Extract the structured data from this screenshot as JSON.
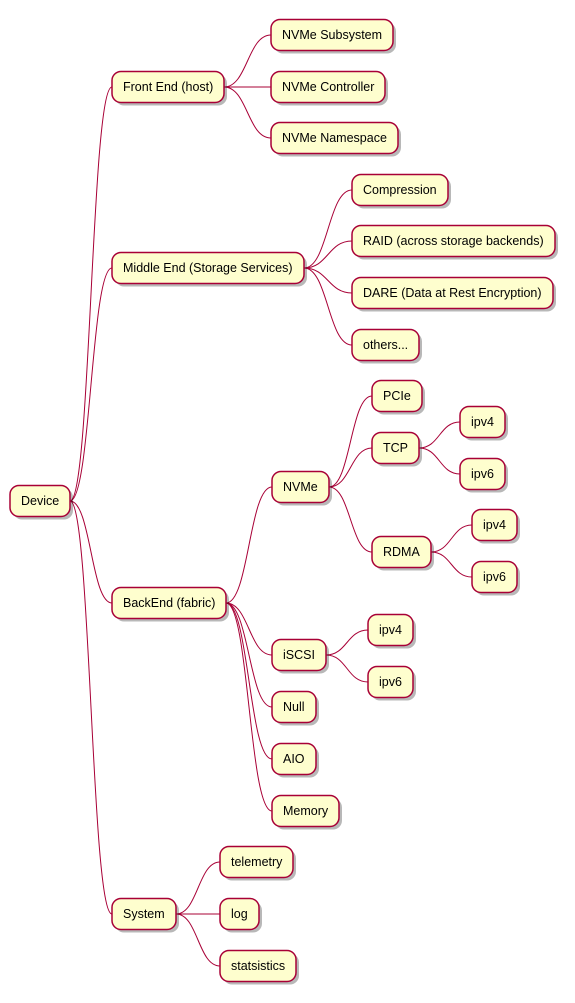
{
  "diagram": {
    "type": "mindmap",
    "colors": {
      "node_fill": "#fefece",
      "node_border": "#a80036",
      "edge": "#a80036"
    },
    "root": {
      "label": "Device",
      "children": [
        {
          "label": "Front End (host)",
          "children": [
            {
              "label": "NVMe Subsystem"
            },
            {
              "label": "NVMe Controller"
            },
            {
              "label": "NVMe Namespace"
            }
          ]
        },
        {
          "label": "Middle End (Storage Services)",
          "children": [
            {
              "label": "Compression"
            },
            {
              "label": "RAID (across storage backends)"
            },
            {
              "label": "DARE (Data at Rest Encryption)"
            },
            {
              "label": "others..."
            }
          ]
        },
        {
          "label": "BackEnd (fabric)",
          "children": [
            {
              "label": "NVMe",
              "children": [
                {
                  "label": "PCIe"
                },
                {
                  "label": "TCP",
                  "children": [
                    {
                      "label": "ipv4"
                    },
                    {
                      "label": "ipv6"
                    }
                  ]
                },
                {
                  "label": "RDMA",
                  "children": [
                    {
                      "label": "ipv4"
                    },
                    {
                      "label": "ipv6"
                    }
                  ]
                }
              ]
            },
            {
              "label": "iSCSI",
              "children": [
                {
                  "label": "ipv4"
                },
                {
                  "label": "ipv6"
                }
              ]
            },
            {
              "label": "Null"
            },
            {
              "label": "AIO"
            },
            {
              "label": "Memory"
            }
          ]
        },
        {
          "label": "System",
          "children": [
            {
              "label": "telemetry"
            },
            {
              "label": "log"
            },
            {
              "label": "statsistics"
            }
          ]
        }
      ]
    }
  }
}
